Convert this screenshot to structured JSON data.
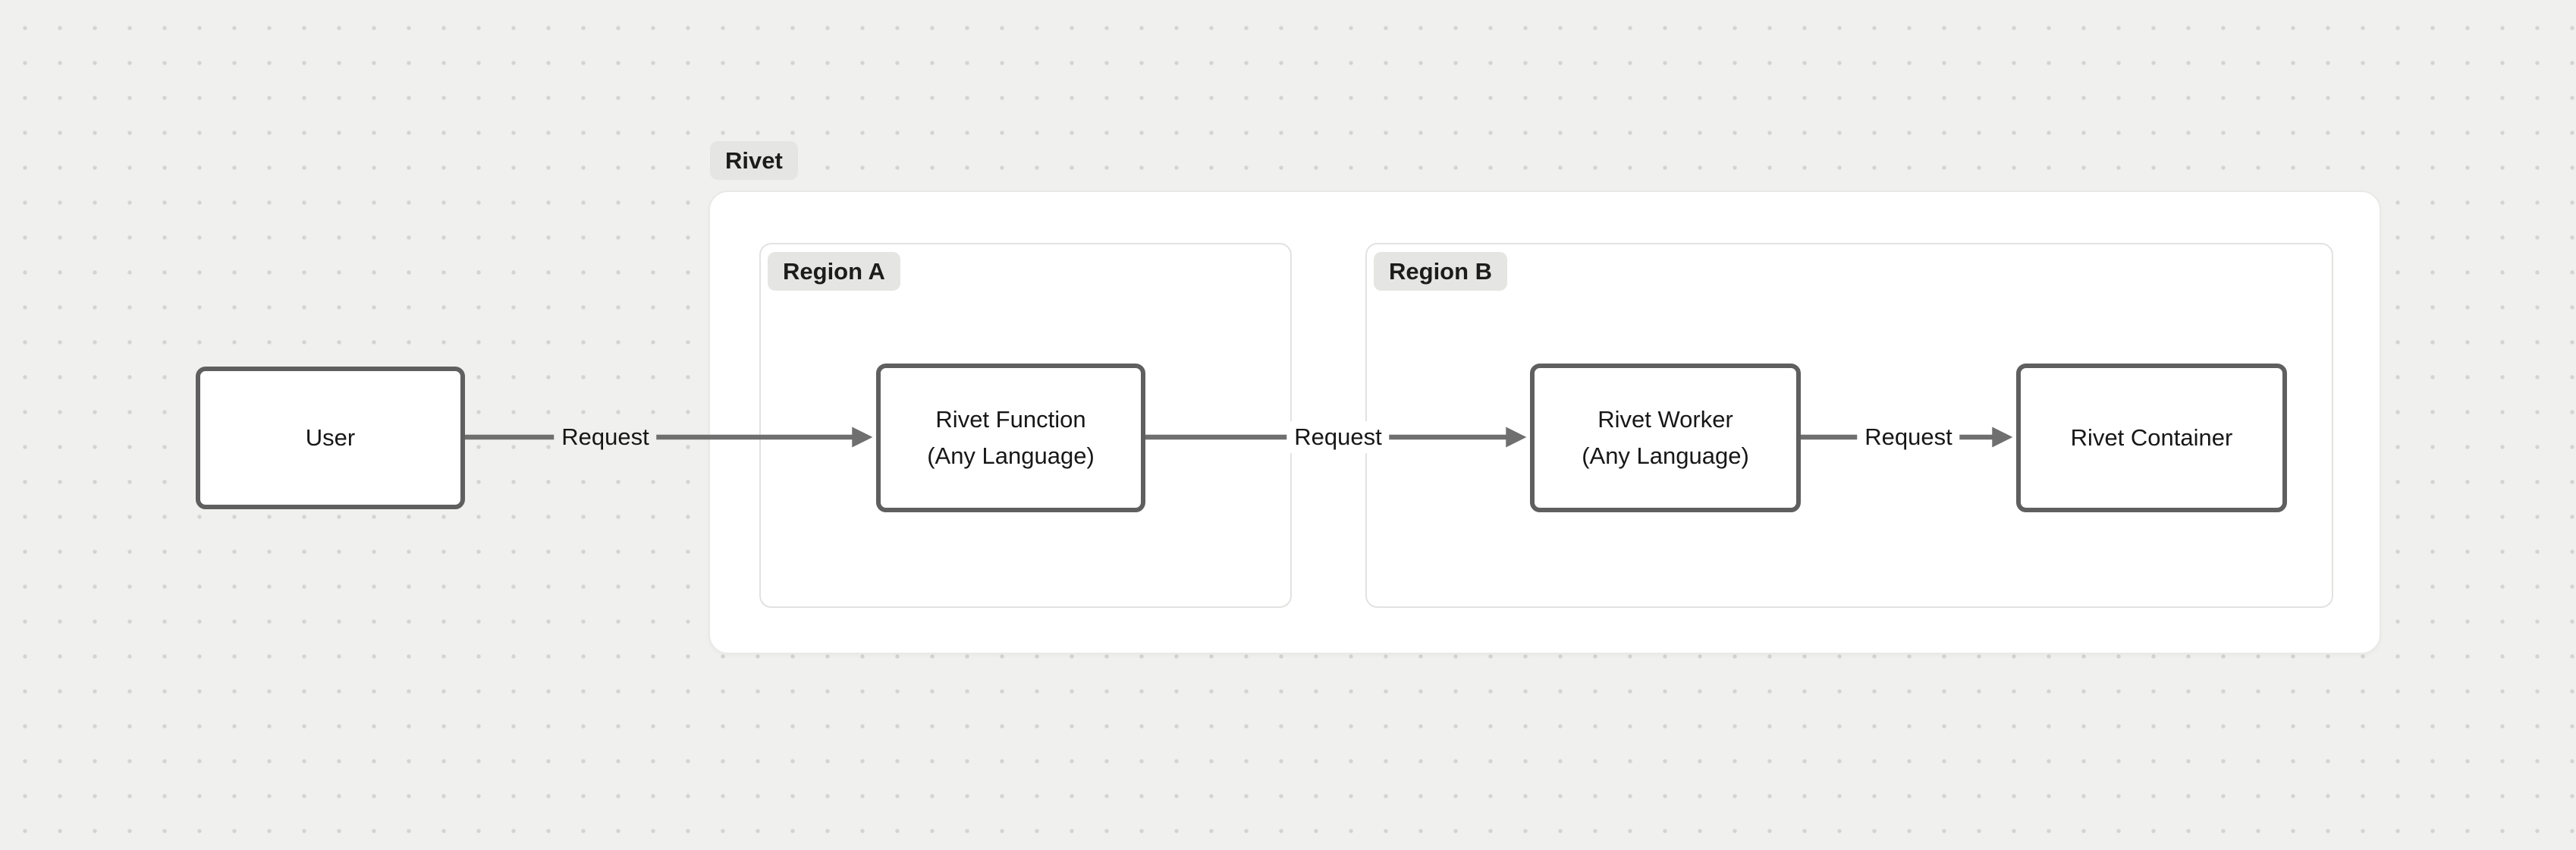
{
  "diagram": {
    "groups": {
      "rivet": {
        "label": "Rivet"
      },
      "region_a": {
        "label": "Region A"
      },
      "region_b": {
        "label": "Region B"
      }
    },
    "nodes": {
      "user": {
        "label": "User"
      },
      "rivet_function": {
        "label_line1": "Rivet Function",
        "label_line2": "(Any Language)"
      },
      "rivet_worker": {
        "label_line1": "Rivet Worker",
        "label_line2": "(Any Language)"
      },
      "rivet_container": {
        "label": "Rivet Container"
      }
    },
    "edges": {
      "user_to_function": {
        "label": "Request"
      },
      "function_to_worker": {
        "label": "Request"
      },
      "worker_to_container": {
        "label": "Request"
      }
    },
    "colors": {
      "canvas_background": "#f0f0ee",
      "dot_grid": "#d4d4d1",
      "group_background": "#ffffff",
      "group_border": "#e9e9e7",
      "region_border": "#e2e2e0",
      "node_border": "#5f5f5f",
      "edge": "#6f6f6f",
      "badge_background": "#e5e5e3",
      "text": "#171717"
    }
  }
}
